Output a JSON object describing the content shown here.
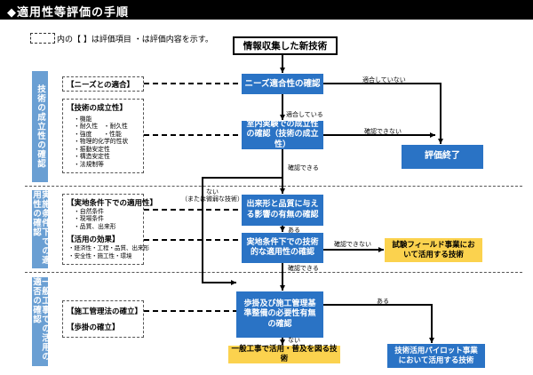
{
  "title": "◆適用性等評価の手順",
  "legend": {
    "text": "内の【 】は評価項目 ・は評価内容を示す。"
  },
  "sections": [
    {
      "label": "技術の成立性の確認"
    },
    {
      "label": "実施条件下での適用性の確認"
    },
    {
      "label": "一般工事での活用の適否の確認"
    }
  ],
  "eval_boxes": {
    "needs": {
      "heading": "【ニーズとの適合】"
    },
    "feasibility": {
      "heading": "【技術の成立性】",
      "items": [
        "・機能",
        "・耐久性",
        "・耐久性",
        "・強度",
        "・性能",
        "・物理的化学的性状",
        "・振動安定性",
        "・構造安定性",
        "・法規制等"
      ]
    },
    "applicability": {
      "heading": "【実地条件下での適用性】",
      "items": [
        "・自然条件",
        "・現場条件",
        "・品質、出来形"
      ]
    },
    "effect": {
      "heading": "【活用の効果】",
      "items": [
        "・経済性・工程・品質、出来形",
        "・安全性・施工性・環境"
      ]
    },
    "management": {
      "heading": "【施工管理法の確立】"
    },
    "estimate": {
      "heading": "【歩掛の確立】"
    }
  },
  "flow_boxes": {
    "start": "情報収集した新技術",
    "needs_check": "ニーズ適合性の確認",
    "lab_check": "室内実験での成立性の確認（技術の成立性）",
    "impact_check": "出来形と品質に与える影響の有無の確認",
    "field_check": "実地条件下での技術的な適用性の確認",
    "std_check": "歩掛及び施工管理基準整備の必要性有無の確認",
    "end": "評価終了",
    "trial": "試験フィールド事業において活用する技術",
    "general": "一般工事で活用・普及を図る技術",
    "pilot": "技術活用パイロット事業において活用する技術"
  },
  "edge_labels": {
    "not_suitable": "適合していない",
    "suitable": "適合している",
    "cannot_confirm_1": "確認できない",
    "can_confirm_1": "確認できる",
    "none_minor": "ない\n（または微弱な技術）",
    "exists_1": "ある",
    "cannot_confirm_2": "確認できない",
    "can_confirm_2": "確認できる",
    "exists_2": "ある",
    "none_2": "ない"
  }
}
